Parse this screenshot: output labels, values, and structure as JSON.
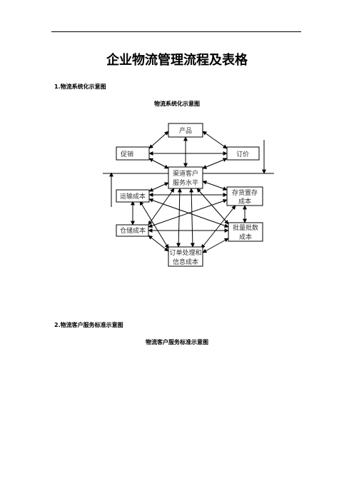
{
  "document": {
    "title": "企业物流管理流程及表格",
    "sections": [
      {
        "heading": "1.物流系统化示意图",
        "caption": "物流系统化示意图"
      },
      {
        "heading": "2.物流客户服务标准示意图",
        "caption": "物流客户服务标准示意图"
      }
    ]
  },
  "diagram": {
    "nodes": {
      "product": "产品",
      "promotion": "促销",
      "price": "订价",
      "service_line1": "渠道客户",
      "service_line2": "服务水平",
      "transport": "运输成本",
      "inventory_line1": "存货置存",
      "inventory_line2": "成本",
      "warehouse": "仓储成本",
      "lot_line1": "批量批数",
      "lot_line2": "成本",
      "order_line1": "订单处理和",
      "order_line2": "信息成本"
    }
  }
}
